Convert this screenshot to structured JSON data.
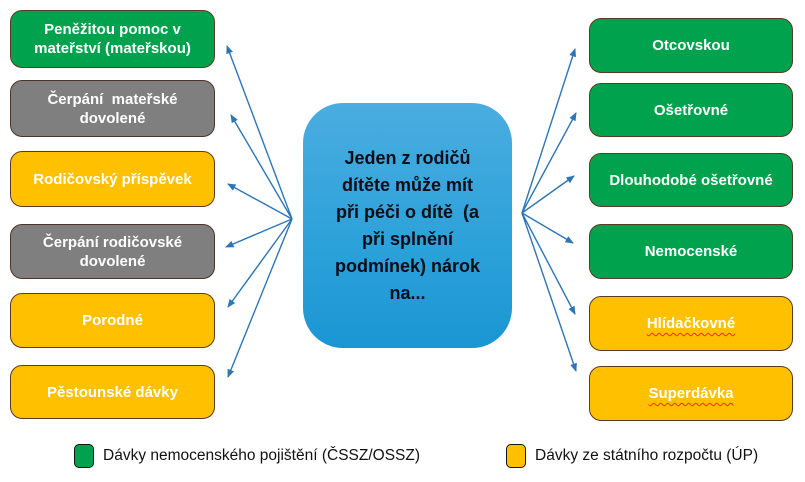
{
  "diagram": {
    "center": {
      "text": "Jeden z rodičů\ndítěte může mít\npři péči o dítě  (a\npři splnění\npodmínek) nárok\nna..."
    },
    "left_boxes": [
      {
        "label": "Peněžitou pomoc v mateřství (mateřskou)",
        "type": "green"
      },
      {
        "label": "Čerpání  mateřské dovolené",
        "type": "gray"
      },
      {
        "label": "Rodičovský příspěvek",
        "type": "yellow"
      },
      {
        "label": "Čerpání rodičovské dovolené",
        "type": "gray"
      },
      {
        "label": "Porodné",
        "type": "yellow"
      },
      {
        "label": "Pěstounské dávky",
        "type": "yellow"
      }
    ],
    "right_boxes": [
      {
        "label": "Otcovskou",
        "type": "green"
      },
      {
        "label": "Ošetřovné",
        "type": "green"
      },
      {
        "label": "Dlouhodobé ošetřovné",
        "type": "green"
      },
      {
        "label": "Nemocenské",
        "type": "green"
      },
      {
        "label": "Hlídačkovné",
        "type": "yellow",
        "underline": "wavy-red"
      },
      {
        "label": "Superdávka",
        "type": "yellow",
        "underline": "wavy-red"
      }
    ],
    "legend": [
      {
        "swatch": "green",
        "label": "Dávky nemocenského pojištění (ČSSZ/OSSZ)"
      },
      {
        "swatch": "yellow",
        "label": "Dávky ze státního rozpočtu (ÚP)"
      }
    ],
    "colors": {
      "green": "#00a24d",
      "yellow": "#ffc000",
      "gray": "#7f7f7f",
      "blue_top": "#4aade0",
      "blue_bottom": "#1b96d3",
      "box_border": "#5b3a22",
      "arrow": "#2e75b6",
      "misspell_underline": "#ff2a2a"
    }
  }
}
